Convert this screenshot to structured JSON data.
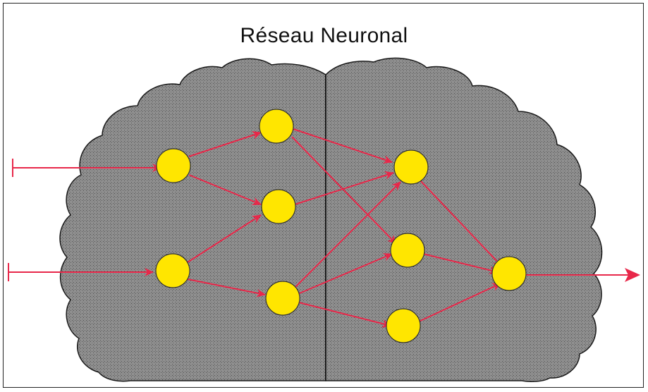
{
  "title": "Réseau Neuronal",
  "colors": {
    "neuron_fill": "#ffe600",
    "neuron_stroke": "#333333",
    "connection": "#e8284a",
    "brain_fill": "#8a8a8a",
    "brain_stroke": "#1a1a1a"
  },
  "network": {
    "inputs": 2,
    "outputs": 1,
    "layers": [
      {
        "name": "input",
        "neurons": [
          "n1",
          "n2"
        ]
      },
      {
        "name": "hidden-1",
        "neurons": [
          "n3",
          "n4",
          "n5"
        ]
      },
      {
        "name": "hidden-2",
        "neurons": [
          "n6",
          "n7",
          "n8"
        ]
      },
      {
        "name": "output",
        "neurons": [
          "n9"
        ]
      }
    ],
    "connections": [
      [
        "n1",
        "n3"
      ],
      [
        "n1",
        "n4"
      ],
      [
        "n2",
        "n4"
      ],
      [
        "n2",
        "n5"
      ],
      [
        "n3",
        "n6"
      ],
      [
        "n3",
        "n7"
      ],
      [
        "n4",
        "n6"
      ],
      [
        "n5",
        "n6"
      ],
      [
        "n5",
        "n7"
      ],
      [
        "n5",
        "n8"
      ],
      [
        "n6",
        "n9"
      ],
      [
        "n7",
        "n9"
      ],
      [
        "n8",
        "n9"
      ]
    ]
  }
}
